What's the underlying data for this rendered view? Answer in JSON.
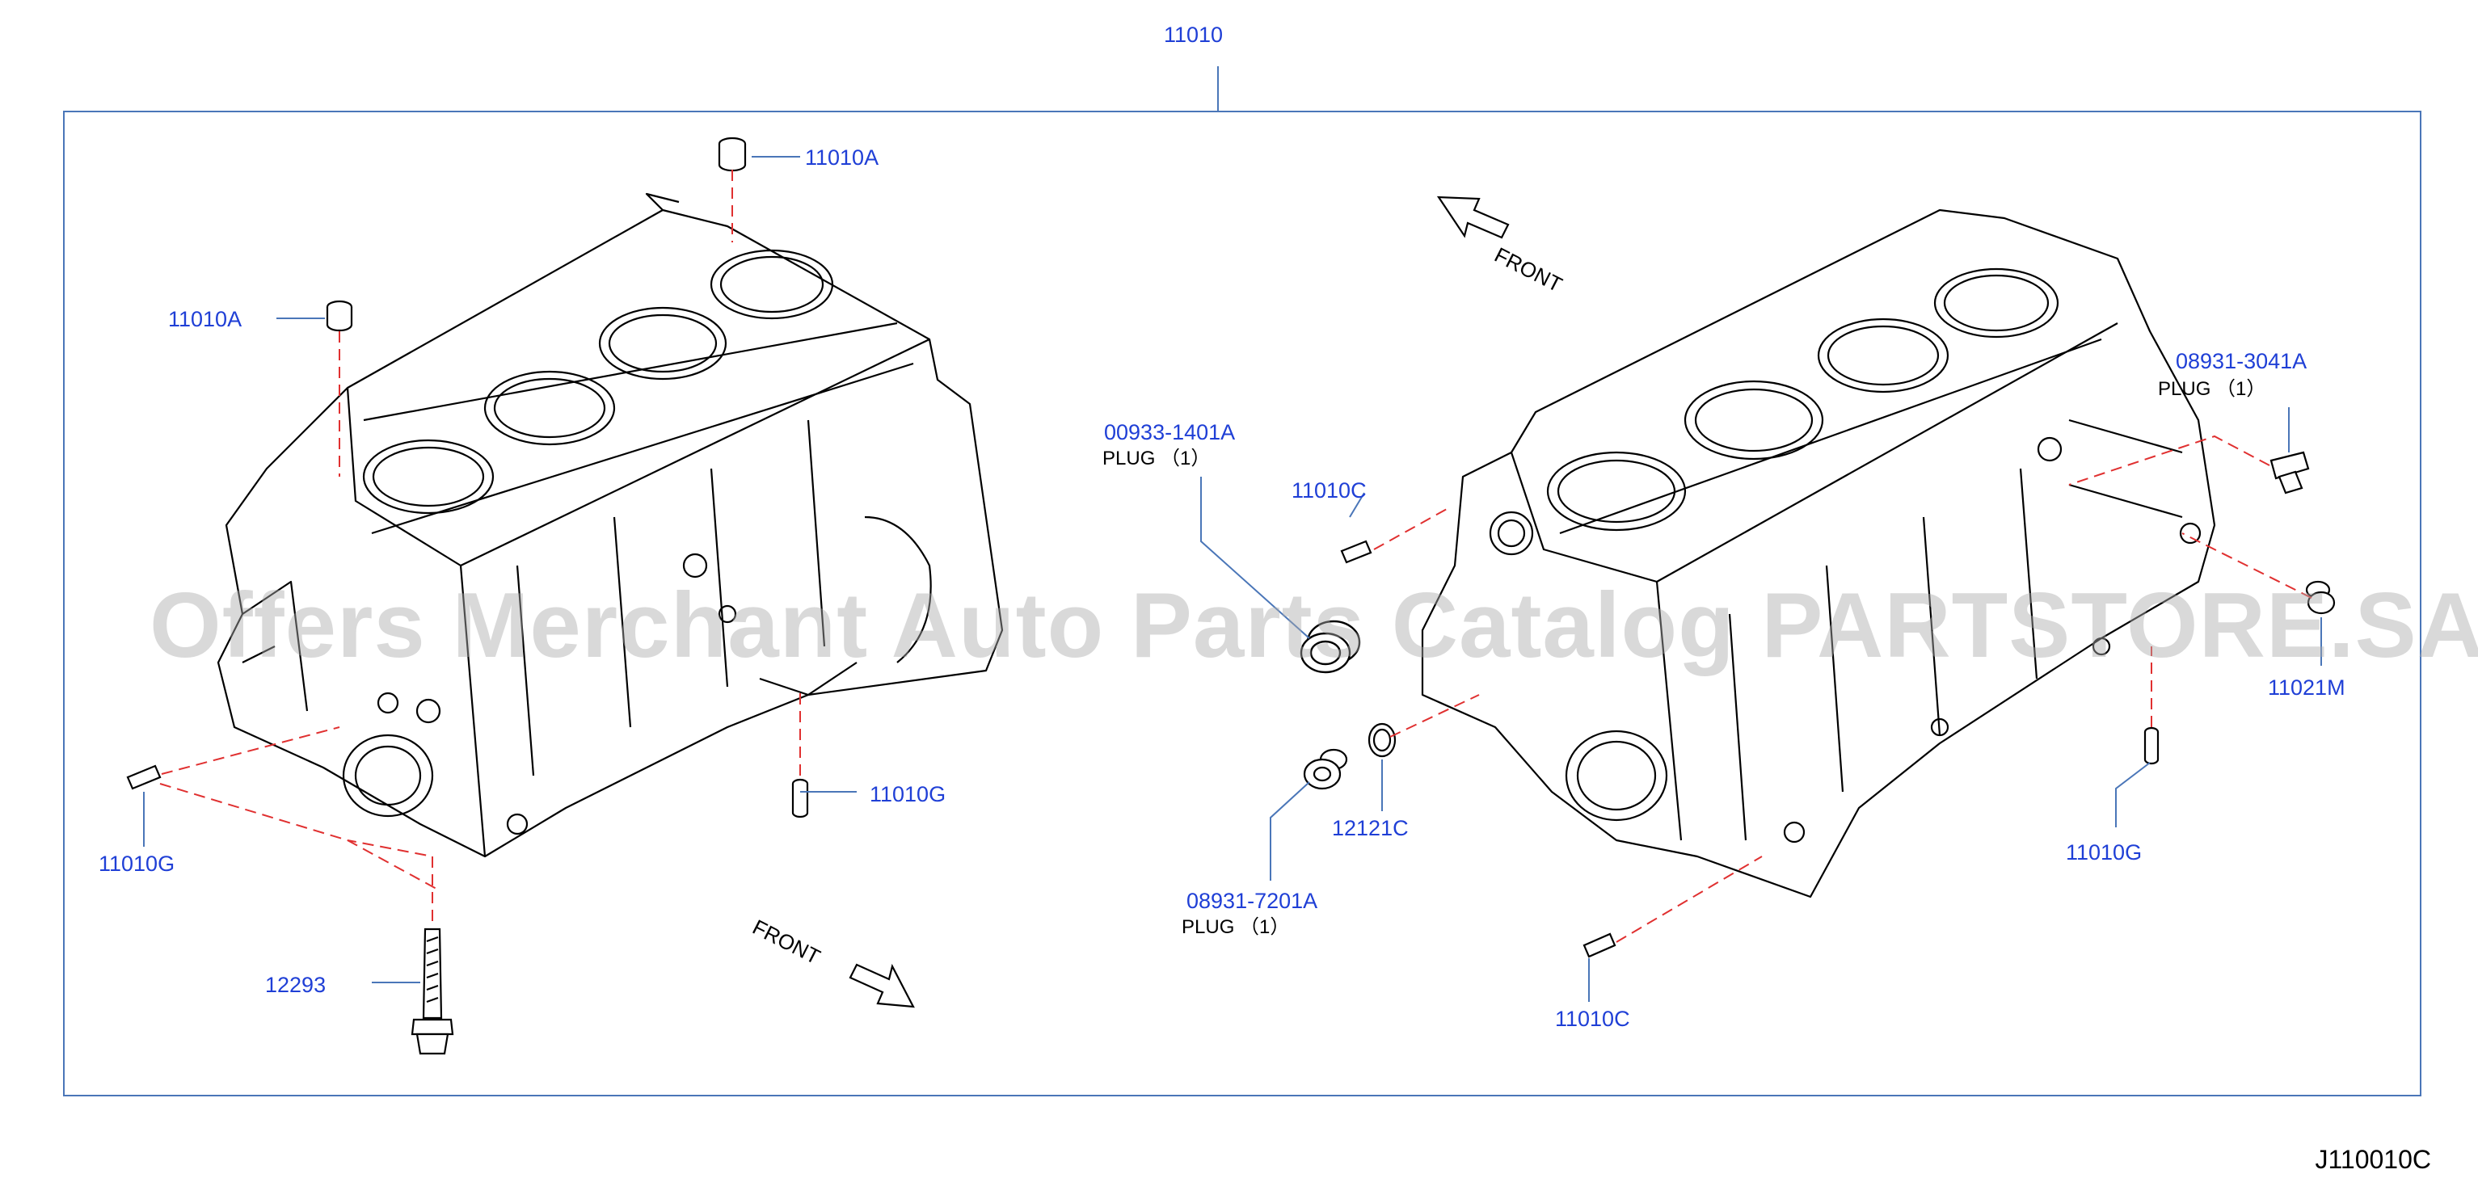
{
  "assembly_number": "11010",
  "diagram_ref": "J110010C",
  "watermark": "Offers Merchant Auto Parts Catalog PARTSTORE.SA",
  "front_label": "FRONT",
  "callouts": {
    "a_top": "11010A",
    "a_left": "11010A",
    "g_left": "11010G",
    "g_mid": "11010G",
    "g_right": "11010G",
    "bolt": "12293",
    "c_upper": "11010C",
    "c_lower": "11010C",
    "plug_00933": "00933-1401A",
    "plug_08931_7201": "08931-7201A",
    "seal_12121": "12121C",
    "plug_08931_3041": "08931-3041A",
    "m_11021": "11021M"
  },
  "plug_notes": {
    "note_00933": "PLUG （1）",
    "note_08931_7201": "PLUG （1）",
    "note_08931_3041": "PLUG （1）"
  },
  "colors": {
    "frame": "#4a76b8",
    "callout_text": "#1f3fd6",
    "leader_dashed": "#e03030",
    "drawing": "#000000"
  }
}
